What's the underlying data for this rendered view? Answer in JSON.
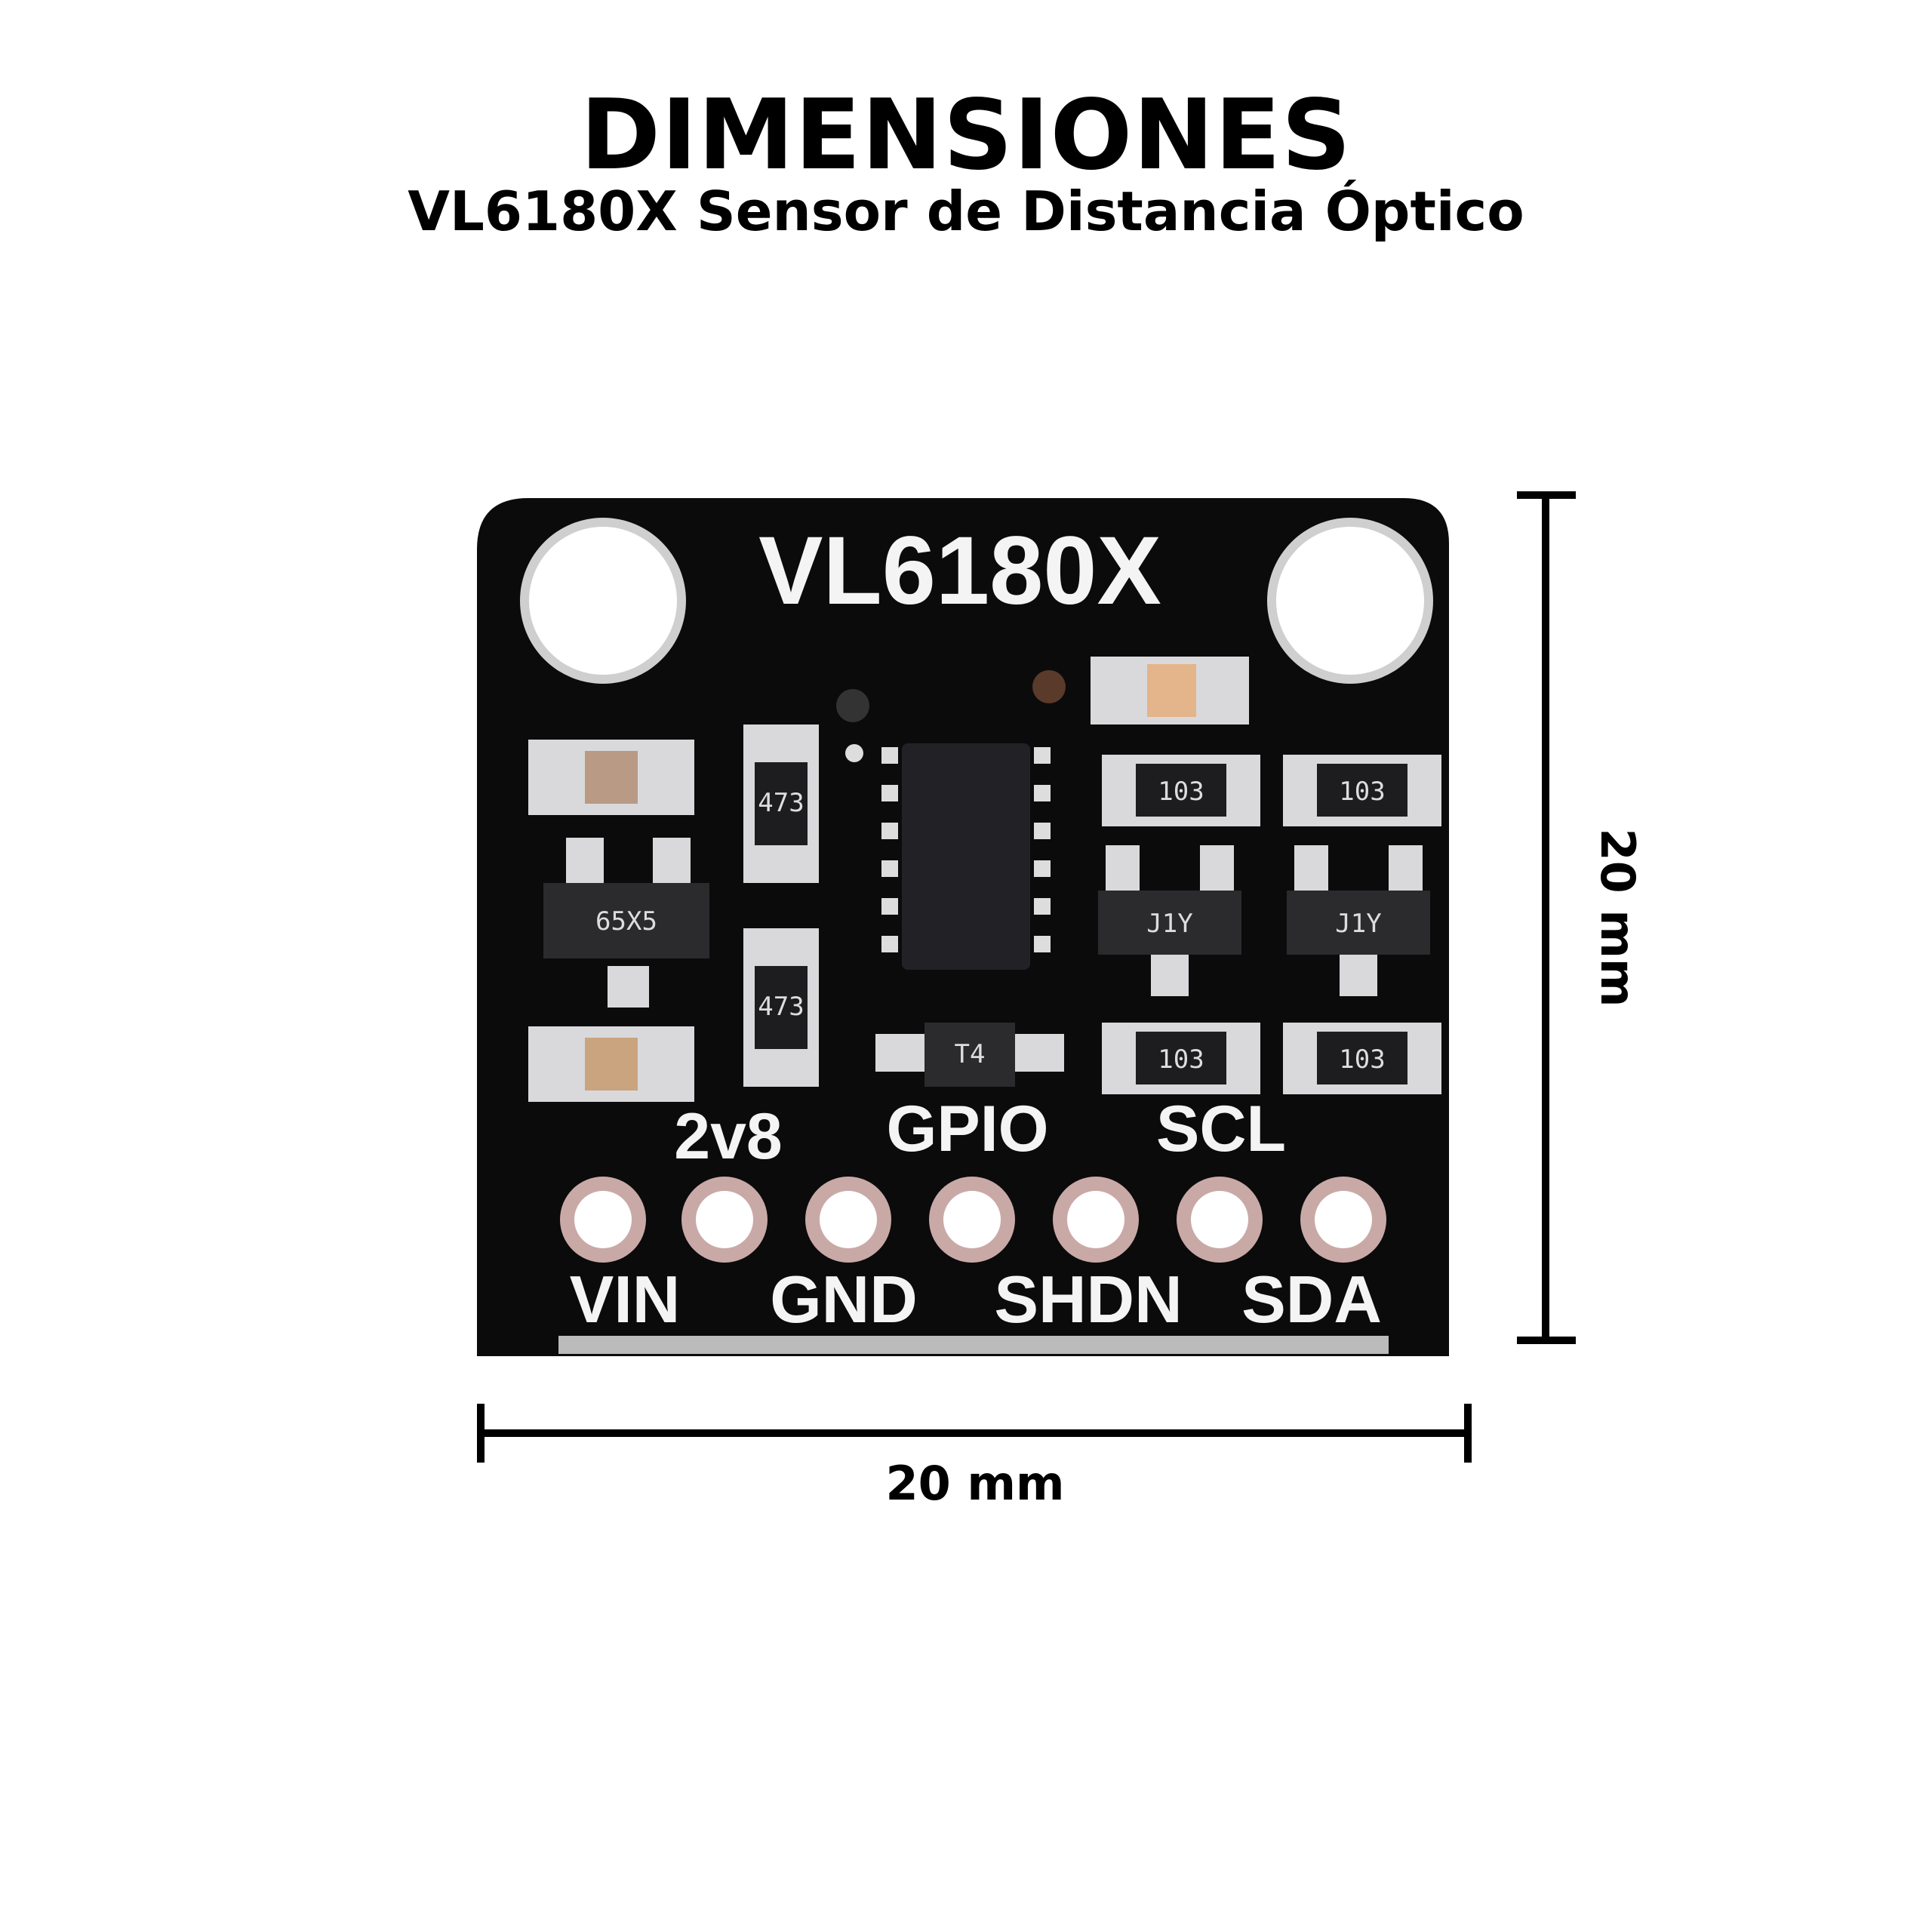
{
  "header": {
    "title": "DIMENSIONES",
    "subtitle": "VL6180X Sensor de Distancia Óptico"
  },
  "board": {
    "name": "VL6180X",
    "top_labels": [
      "2v8",
      "GPIO",
      "SCL"
    ],
    "pin_labels": [
      "VIN",
      "GND",
      "SHDN",
      "SDA"
    ],
    "component_codes": [
      "103",
      "103",
      "103",
      "103",
      "473",
      "473",
      "65X5",
      "T4",
      "J1Y",
      "J1Y"
    ],
    "pcb_color": "#0b0b0c",
    "pad_color": "#d9d9dc",
    "pin_ring_color": "#c9a9a6"
  },
  "dimensions": {
    "width": "20 mm",
    "height": "20 mm"
  }
}
